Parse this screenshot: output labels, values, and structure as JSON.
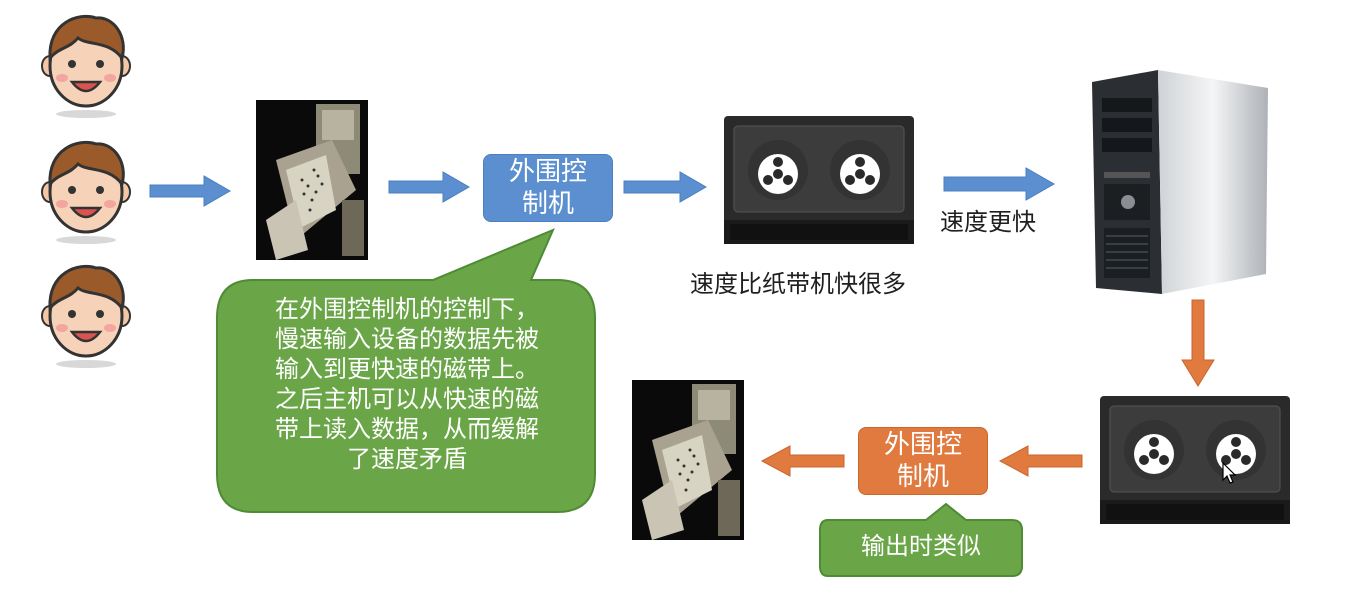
{
  "colors": {
    "blue_arrow": "#5b8fcf",
    "blue_box": "#5b8fcf",
    "orange": "#e07a3f",
    "green_bubble": "#6aa647",
    "green_border": "#4f8a35"
  },
  "icons": [
    "face-icon",
    "printer-photo",
    "tape-drive-icon",
    "computer-tower-icon"
  ],
  "top_box": {
    "text": "外围控\n制机"
  },
  "bottom_box": {
    "text": "外围控\n制机"
  },
  "tape_caption": "速度比纸带机快很多",
  "speed_label": "速度更快",
  "main_bubble": {
    "text": "在外围控制机的控制下，\n慢速输入设备的数据先被\n输入到更快速的磁带上。\n之后主机可以从快速的磁\n带上读入数据，从而缓解\n了速度矛盾"
  },
  "output_bubble": {
    "text": "输出时类似"
  }
}
